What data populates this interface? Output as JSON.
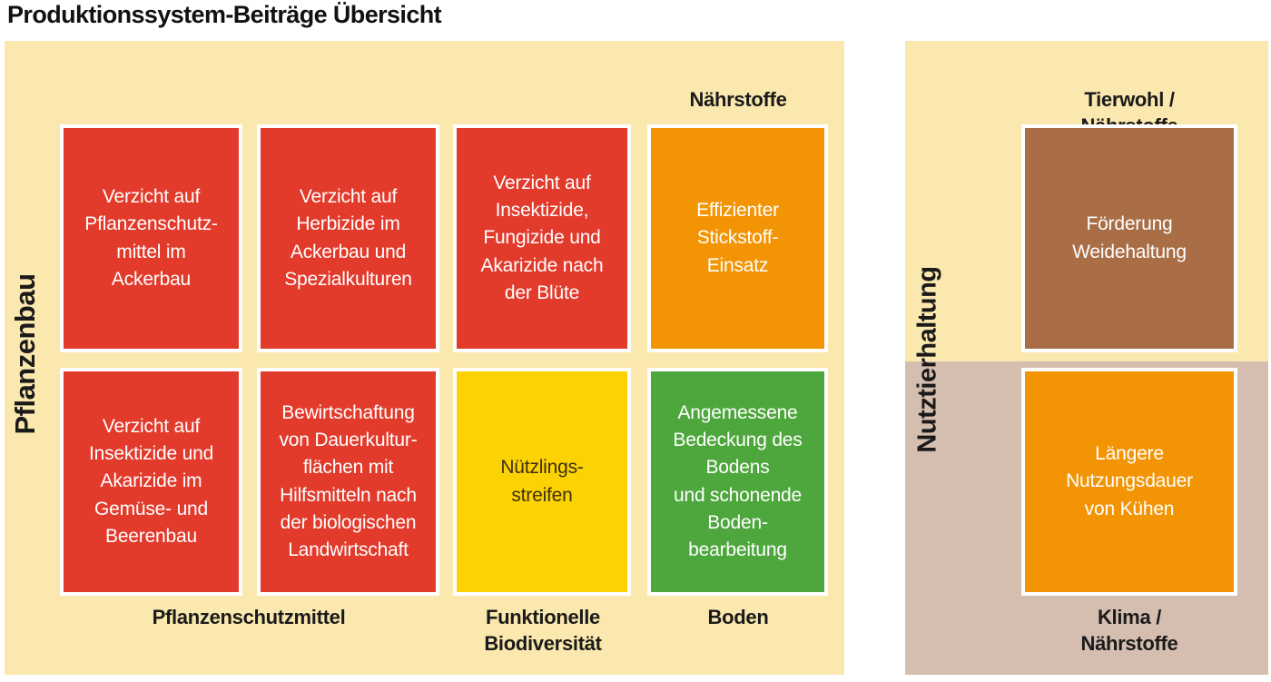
{
  "title": "Produktionssystem-Beiträge Übersicht",
  "colors": {
    "cream": "#FBE8AE",
    "taupe": "#D5BEAF",
    "red": "#E23A2B",
    "orange": "#F29404",
    "yellow": "#FCD203",
    "green": "#4EA73C",
    "brown": "#A96E46",
    "ink": "#1A1A1A",
    "yellow_box_text": "#3B3012"
  },
  "plant": {
    "axis_label": "Pflanzenbau",
    "category_top": "Nährstoffe",
    "categories_bottom": {
      "pesticides": "Pflanzenschutzmittel",
      "biodiversity": "Funktionelle\nBiodiversität",
      "soil": "Boden"
    },
    "boxes": [
      {
        "name": "no-plant-protection-arable",
        "text": "Verzicht auf\nPflanzenschutz-\nmittel im\nAckerbau"
      },
      {
        "name": "no-herbicides",
        "text": "Verzicht auf\nHerbizide im\nAckerbau und\nSpezialkulturen"
      },
      {
        "name": "no-insecticides-after-bloom",
        "text": "Verzicht auf\nInsektizide,\nFungizide und\nAkarizide nach\nder Blüte"
      },
      {
        "name": "efficient-nitrogen",
        "text": "Effizienter\nStickstoff-\nEinsatz"
      },
      {
        "name": "no-insecticides-vegetables",
        "text": "Verzicht auf\nInsektizide und\nAkarizide im\nGemüse- und\nBeerenbau"
      },
      {
        "name": "permanent-crops-organic",
        "text": "Bewirtschaftung\nvon Dauerkultur-\nflächen mit\nHilfsmitteln nach\nder biologischen\nLandwirtschaft"
      },
      {
        "name": "beneficial-strips",
        "text": "Nützlings-\nstreifen"
      },
      {
        "name": "soil-cover-tillage",
        "text": "Angemessene\nBedeckung des\nBodens\nund schonende\nBoden-\nbearbeitung"
      }
    ]
  },
  "livestock": {
    "axis_label": "Nutztierhaltung",
    "category_top": "Tierwohl / Nährstoffe",
    "category_bottom": "Klima / Nährstoffe",
    "boxes": [
      {
        "name": "pasture-promotion",
        "text": "Förderung\nWeidehaltung"
      },
      {
        "name": "longer-cow-lifespan",
        "text": "Längere\nNutzungsdauer\nvon Kühen"
      }
    ]
  }
}
